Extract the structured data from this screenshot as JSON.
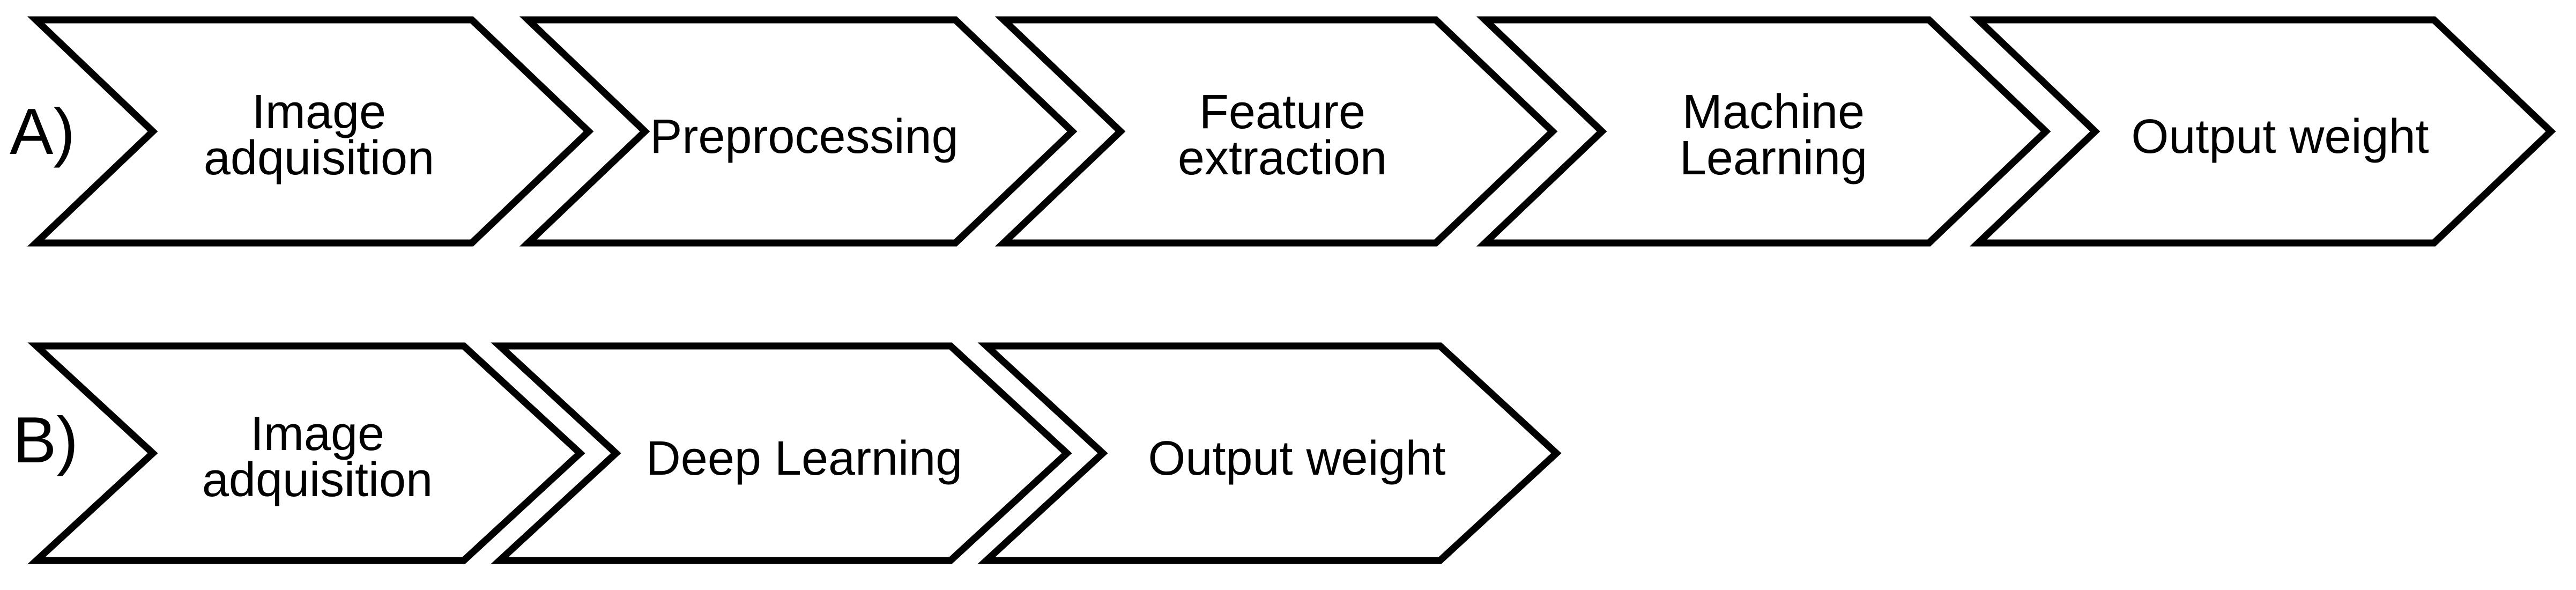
{
  "figure": {
    "background_color": "#ffffff",
    "outline_color": "#000000",
    "shape_fill_color": "#ffffff",
    "text_color": "#000000",
    "rows": [
      {
        "label": "A)",
        "steps": [
          {
            "lines": [
              "Image",
              "adquisition"
            ]
          },
          {
            "lines": [
              "Preprocessing"
            ]
          },
          {
            "lines": [
              "Feature",
              "extraction"
            ]
          },
          {
            "lines": [
              "Machine",
              "Learning"
            ]
          },
          {
            "lines": [
              "Output weight"
            ]
          }
        ]
      },
      {
        "label": "B)",
        "steps": [
          {
            "lines": [
              "Image",
              "adquisition"
            ]
          },
          {
            "lines": [
              "Deep Learning"
            ]
          },
          {
            "lines": [
              "Output weight"
            ]
          }
        ]
      }
    ]
  }
}
